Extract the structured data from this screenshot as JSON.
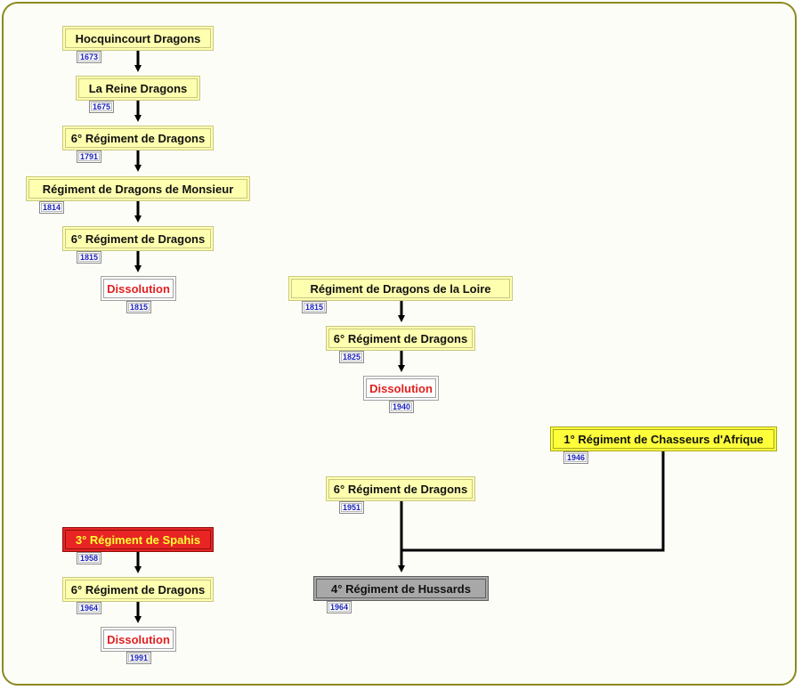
{
  "nodes": {
    "hocquincourt": {
      "label": "Hocquincourt Dragons",
      "year": "1673"
    },
    "reine": {
      "label": "La Reine Dragons",
      "year": "1675"
    },
    "sixieme_1791": {
      "label": "6° Régiment de Dragons",
      "year": "1791"
    },
    "monsieur": {
      "label": "Régiment de Dragons de Monsieur",
      "year": "1814"
    },
    "sixieme_1815": {
      "label": "6° Régiment de Dragons",
      "year": "1815"
    },
    "dissolution_1815": {
      "label": "Dissolution",
      "year": "1815"
    },
    "loire": {
      "label": "Régiment de Dragons de la Loire",
      "year": "1815"
    },
    "sixieme_1825": {
      "label": "6° Régiment de Dragons",
      "year": "1825"
    },
    "dissolution_1940": {
      "label": "Dissolution",
      "year": "1940"
    },
    "chasseurs": {
      "label": "1° Régiment de Chasseurs d'Afrique",
      "year": "1946"
    },
    "sixieme_1951": {
      "label": "6° Régiment de Dragons",
      "year": "1951"
    },
    "hussards": {
      "label": "4° Régiment de Hussards",
      "year": "1964"
    },
    "spahis": {
      "label": "3° Régiment de Spahis",
      "year": "1958"
    },
    "sixieme_1964": {
      "label": "6° Régiment de Dragons",
      "year": "1964"
    },
    "dissolution_1991": {
      "label": "Dissolution",
      "year": "1991"
    }
  },
  "colors": {
    "pale_box": "#ffffb0",
    "bright_box": "#ffff3a",
    "red_box": "#e82424",
    "grey_box": "#a8a8a8",
    "dissolution_text": "#e02020",
    "year_text": "#1a22b8",
    "frame_border": "#8a8a1e"
  }
}
